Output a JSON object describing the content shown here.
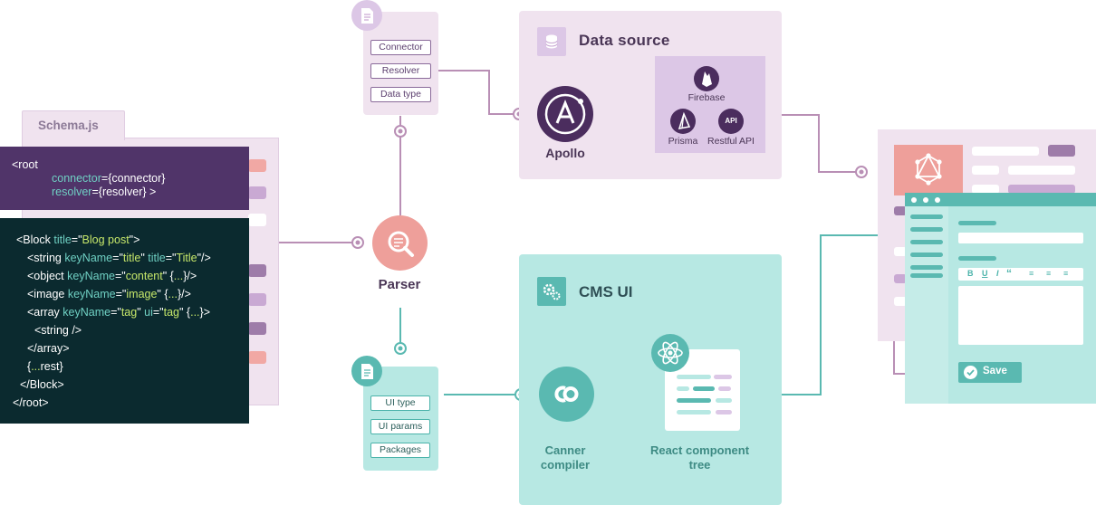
{
  "schema_tab": "Schema.js",
  "root_code": {
    "line1": "<root",
    "connector_key": "connector",
    "connector_val": "={connector}",
    "resolver_key": "resolver",
    "resolver_val": "={resolver} >"
  },
  "block_code": {
    "l1_open": "<Block ",
    "l1_attr": "title",
    "l1_eq": "=\"",
    "l1_val": "Blog post",
    "l1_end": "\">",
    "l2_open": "<string ",
    "l2_attr": "keyName",
    "l2_eq": "=\"",
    "l2_val": "title",
    "l2_mid": "\" ",
    "l2_attr2": "title",
    "l2_eq2": "=\"",
    "l2_val2": "Title",
    "l2_end": "\"/>",
    "l3_open": "<object ",
    "l3_attr": "keyName",
    "l3_eq": "=\"",
    "l3_val": "content",
    "l3_end": "\" {",
    "l3_dots": "...",
    "l3_close": "}/>",
    "l4_open": "<image ",
    "l4_attr": "keyName",
    "l4_eq": "=\"",
    "l4_val": "image",
    "l4_end": "\" {",
    "l4_dots": "...",
    "l4_close": "}/>",
    "l5_open": "<array ",
    "l5_attr": "keyName",
    "l5_eq": "=\"",
    "l5_val": "tag",
    "l5_mid": "\" ",
    "l5_attr2": "ui",
    "l5_eq2": "=\"",
    "l5_val2": "tag",
    "l5_end": "\" {",
    "l5_dots": "...",
    "l5_close": "}>",
    "l6": "<string />",
    "l7": "</array>",
    "l8_open": "{",
    "l8_dots": "...",
    "l8_close": "rest}",
    "l9": "</Block>",
    "l10": "</root>"
  },
  "top_tags": [
    "Connector",
    "Resolver",
    "Data type"
  ],
  "bottom_tags": [
    "UI type",
    "UI params",
    "Packages"
  ],
  "data_source": {
    "title": "Data source",
    "apollo": "Apollo",
    "firebase": "Firebase",
    "prisma": "Prisma",
    "api_badge": "API",
    "restful": "Restful API"
  },
  "parser": "Parser",
  "cms": {
    "title": "CMS UI",
    "compiler": "Canner compiler",
    "react": "React component tree"
  },
  "editor": {
    "toolbar": [
      "B",
      "U",
      "I",
      "“",
      "≡",
      "≡",
      "≡"
    ],
    "save": "Save"
  },
  "colors": {
    "purple_light": "#f0e3ef",
    "purple_mid": "#dcc7e6",
    "purple_dark": "#4f2e6a",
    "apollo": "#4b2d5e",
    "teal_light": "#b7e8e3",
    "teal": "#5ab9b1",
    "code_dark": "#0b2a2f",
    "parser": "#ee9f9a"
  }
}
